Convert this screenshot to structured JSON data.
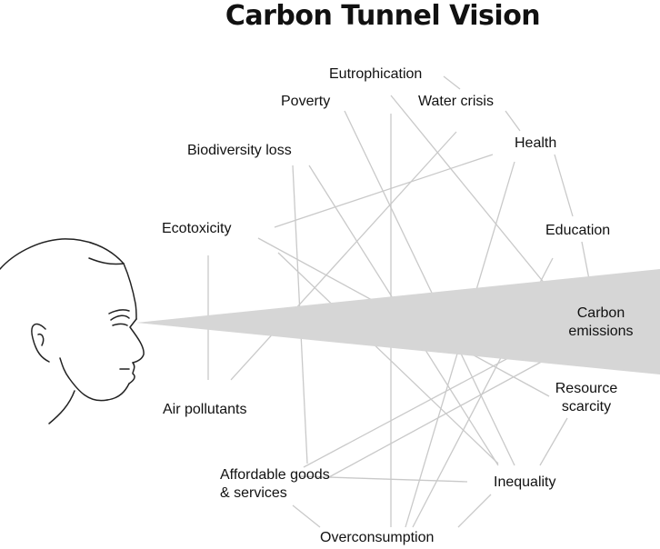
{
  "title": "Carbon Tunnel Vision",
  "colors": {
    "line": "#c9c9c9",
    "cone": "#d6d6d6",
    "text": "#111111",
    "face": "#222222"
  },
  "icons": {
    "face": "face-profile-icon",
    "cone": "vision-cone"
  },
  "labels": {
    "eutrophication": "Eutrophication",
    "poverty": "Poverty",
    "water_crisis": "Water crisis",
    "health": "Health",
    "biodiversity_loss": "Biodiversity loss",
    "ecotoxicity": "Ecotoxicity",
    "education": "Education",
    "carbon_emissions_line1": "Carbon",
    "carbon_emissions_line2": "emissions",
    "air_pollutants": "Air pollutants",
    "resource_scarcity_line1": "Resource",
    "resource_scarcity_line2": "scarcity",
    "affordable_goods_line1": "Affordable goods",
    "affordable_goods_line2": "& services",
    "inequality": "Inequality",
    "overconsumption": "Overconsumption"
  }
}
